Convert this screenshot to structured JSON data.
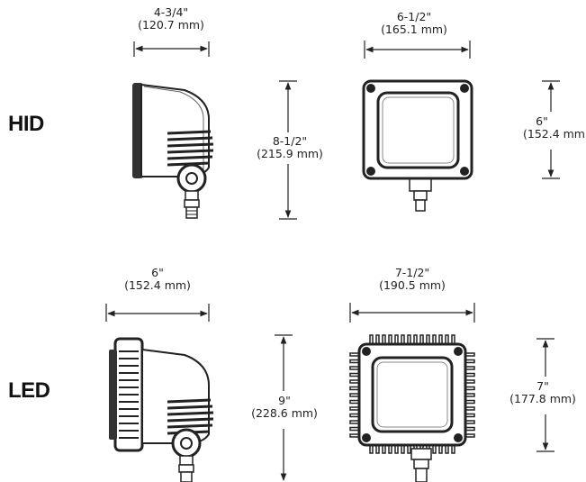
{
  "rows": [
    {
      "label": "HID",
      "side_width": {
        "imperial": "4-3/4\"",
        "metric": "(120.7 mm)"
      },
      "side_height": {
        "imperial": "8-1/2\"",
        "metric": "(215.9 mm)"
      },
      "front_width": {
        "imperial": "6-1/2\"",
        "metric": "(165.1 mm)"
      },
      "front_height": {
        "imperial": "6\"",
        "metric": "(152.4 mm"
      }
    },
    {
      "label": "LED",
      "side_width": {
        "imperial": "6\"",
        "metric": "(152.4 mm)"
      },
      "side_height": {
        "imperial": "9\"",
        "metric": "(228.6 mm)"
      },
      "front_width": {
        "imperial": "7-1/2\"",
        "metric": "(190.5 mm)"
      },
      "front_height": {
        "imperial": "7\"",
        "metric": "(177.8 mm)"
      }
    }
  ],
  "colors": {
    "line": "#222222",
    "fixture_dark": "#2a2a2a",
    "lens": "#ffffff"
  }
}
